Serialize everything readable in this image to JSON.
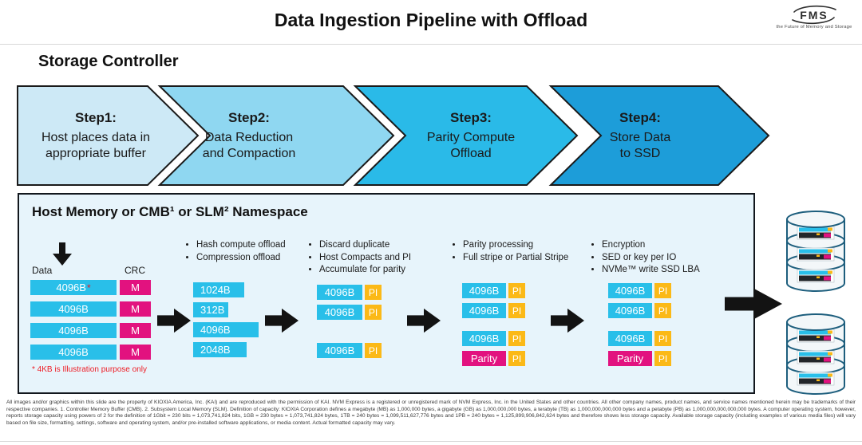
{
  "colors": {
    "step1": "#cde9f6",
    "step2": "#8fd7f1",
    "step3": "#2abae8",
    "step4": "#1d9dd9",
    "cyan": "#29bfe9",
    "magenta": "#e2127f",
    "yellow": "#fbb917",
    "boxbg": "#e7f4fb",
    "rednote": "#ee1c25",
    "cylstroke": "#1d5e7d"
  },
  "header": {
    "title": "Data Ingestion Pipeline with Offload",
    "logo_text": "FMS",
    "logo_tagline": "the Future of Memory and Storage"
  },
  "section_title": "Storage Controller",
  "steps": [
    {
      "title": "Step1:",
      "desc": "Host places data in\nappropriate buffer"
    },
    {
      "title": "Step2:",
      "desc": "Data Reduction\nand Compaction"
    },
    {
      "title": "Step3:",
      "desc": "Parity Compute\nOffload"
    },
    {
      "title": "Step4:",
      "desc": "Store Data\nto SSD"
    }
  ],
  "namespace": {
    "title": "Host Memory or CMB¹ or SLM² Namespace",
    "data_label": "Data",
    "crc_label": "CRC",
    "asterisk": "*",
    "m_label": "M",
    "pi_label": "PI",
    "footnote": "* 4KB is Illustration purpose only",
    "stage1_rows": [
      "4096B",
      "4096B",
      "4096B",
      "4096B"
    ],
    "stage2_bullets": [
      "Hash compute offload",
      "Compression offload"
    ],
    "stage2_rows": [
      "1024B",
      "312B",
      "4096B",
      "2048B"
    ],
    "stage3_bullets": [
      "Discard duplicate",
      "Host Compacts and PI",
      "Accumulate for parity"
    ],
    "stage3_rows": [
      "4096B",
      "4096B",
      "4096B"
    ],
    "stage4_bullets": [
      "Parity processing",
      "Full stripe or Partial Stripe"
    ],
    "stage4_rows": [
      "4096B",
      "4096B",
      "4096B",
      "Parity"
    ],
    "stage5_bullets": [
      "Encryption",
      "SED or key per IO",
      "NVMe™ write SSD LBA"
    ],
    "stage5_rows": [
      "4096B",
      "4096B",
      "4096B",
      "Parity"
    ]
  },
  "footer": "All images and/or graphics within this slide are the property of KIOXIA America, Inc. (KAI) and are reproduced with the permission of KAI. NVM Express is a registered or unregistered mark of NVM Express, Inc. in the United States and other countries.  All other company names, product names, and service names mentioned herein may be trademarks of their respective companies.  1. Controller Memory Buffer (CMB).  2. Subsystem Local Memory (SLM).   Definition of capacity: KIOXIA Corporation defines a megabyte (MB) as 1,000,000 bytes, a gigabyte (GB) as 1,000,000,000 bytes, a terabyte (TB) as 1,000,000,000,000 bytes and a petabyte (PB) as 1,000,000,000,000,000 bytes. A computer operating  system, however, reports storage capacity using powers of 2 for the definition of 1Gbit = 230 bits = 1,073,741,824 bits, 1GB = 230 bytes = 1,073,741,824 bytes, 1TB = 240 bytes = 1,099,511,627,776 bytes and 1PB = 240 bytes = 1,125,899,906,842,624 bytes and therefore shows less storage capacity. Available storage capacity (including examples of various media files) will vary based on file size, formatting, settings, software and operating system, and/or pre-installed software applications, or media content. Actual formatted capacity may vary."
}
